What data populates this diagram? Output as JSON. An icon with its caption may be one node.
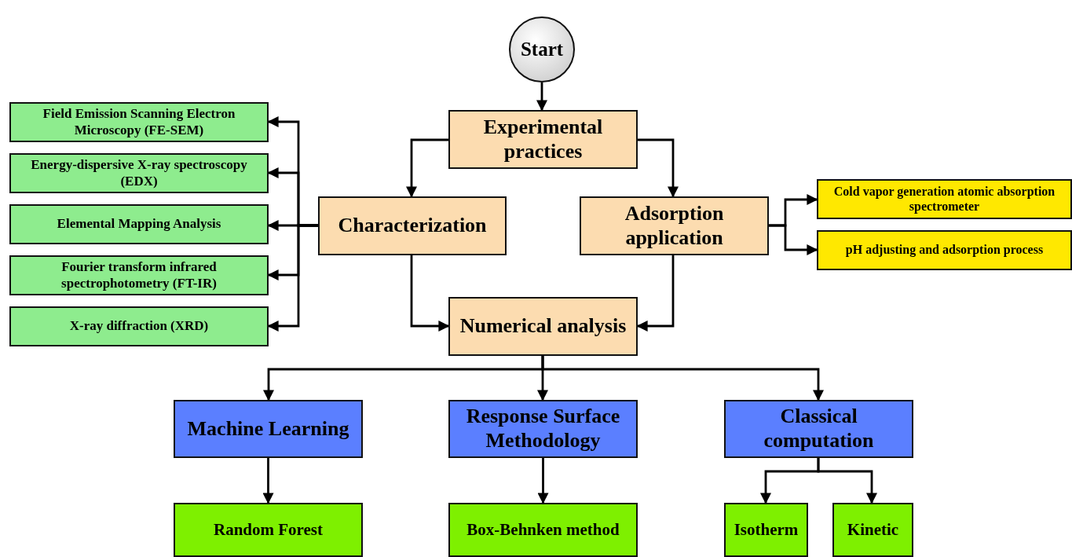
{
  "diagram": {
    "nodes": [
      {
        "text": [
          "Start"
        ]
      },
      {
        "text": [
          "Experimental practices"
        ]
      },
      {
        "text": [
          "Characterization"
        ]
      },
      {
        "text": [
          "Adsorption application"
        ]
      },
      {
        "text": [
          "Numerical analysis"
        ]
      },
      {
        "text": [
          "Field Emission Scanning Electron Microscopy (FE-SEM)"
        ]
      },
      {
        "text": [
          "Energy-dispersive X-ray spectroscopy (EDX)"
        ]
      },
      {
        "text": [
          "Elemental Mapping Analysis"
        ]
      },
      {
        "text": [
          "Fourier transform infrared spectrophotometry (FT-IR)"
        ]
      },
      {
        "text": [
          "X-ray diffraction (XRD)"
        ]
      },
      {
        "text": [
          "Cold vapor generation atomic absorption spectrometer"
        ]
      },
      {
        "text": [
          "pH adjusting and adsorption process"
        ]
      },
      {
        "text": [
          "Machine Learning"
        ]
      },
      {
        "text": [
          "Response Surface Methodology"
        ]
      },
      {
        "text": [
          "Classical computation"
        ]
      },
      {
        "text": [
          "Random Forest"
        ]
      },
      {
        "text": [
          "Box-Behnken method"
        ]
      },
      {
        "text": [
          "Isotherm"
        ]
      },
      {
        "text": [
          "Kinetic"
        ]
      }
    ],
    "edges": [
      {
        "from": 0,
        "to": 1,
        "arrow": "to"
      },
      {
        "from": 1,
        "to": 2,
        "arrow": "to"
      },
      {
        "from": 1,
        "to": 3,
        "arrow": "to"
      },
      {
        "from": 2,
        "to": 4,
        "arrow": "to"
      },
      {
        "from": 3,
        "to": 4,
        "arrow": "to"
      },
      {
        "from": 2,
        "to": 5,
        "arrow": "to"
      },
      {
        "from": 2,
        "to": 6,
        "arrow": "to"
      },
      {
        "from": 2,
        "to": 7,
        "arrow": "to"
      },
      {
        "from": 2,
        "to": 8,
        "arrow": "to"
      },
      {
        "from": 2,
        "to": 9,
        "arrow": "to"
      },
      {
        "from": 3,
        "to": 10,
        "arrow": "to"
      },
      {
        "from": 3,
        "to": 11,
        "arrow": "to"
      },
      {
        "from": 4,
        "to": 12,
        "arrow": "to"
      },
      {
        "from": 4,
        "to": 13,
        "arrow": "to"
      },
      {
        "from": 4,
        "to": 14,
        "arrow": "to"
      },
      {
        "from": 12,
        "to": 15,
        "arrow": "to"
      },
      {
        "from": 13,
        "to": 16,
        "arrow": "to"
      },
      {
        "from": 14,
        "to": 17,
        "arrow": "to"
      },
      {
        "from": 14,
        "to": 18,
        "arrow": "to"
      }
    ]
  }
}
